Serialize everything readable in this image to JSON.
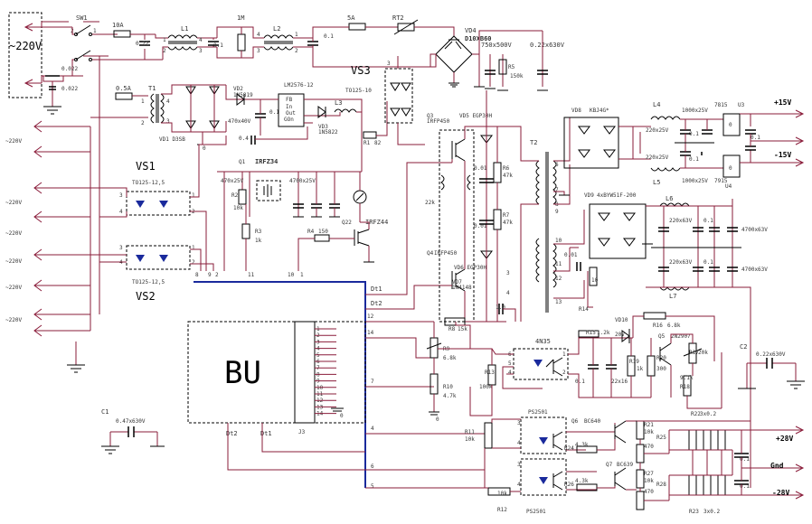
{
  "mains": {
    "input": "~220V",
    "branches": [
      "~220V",
      "~220V",
      "~220V",
      "~220V",
      "~220V",
      "~220V"
    ]
  },
  "switch": {
    "name": "SW1",
    "pin_a": "2",
    "pin_b": "1"
  },
  "fuses": {
    "main": "10A",
    "aux": "0.5A",
    "out": "5A"
  },
  "filter": {
    "c1": "0.22",
    "c2": "0.1",
    "c3": "0.1",
    "c4": "0.022",
    "c5": "0.022",
    "l1": "L1",
    "l2": "L2",
    "r1m": "1M"
  },
  "rt2": "RT2",
  "bridge_main": {
    "name": "VD4",
    "part": "D10XB60"
  },
  "main_caps": {
    "c_a": "750x500V",
    "c_b": "0.22x630V",
    "r": "150k",
    "r_name": "R5"
  },
  "aux_supply": {
    "t1": "T1",
    "bridge": "VD1 D3SB",
    "vd2": "VD2",
    "vd2_part": "1N5819",
    "cap": "470x40V",
    "reg": "LM2576-12",
    "reg_pins": [
      "FB",
      "In",
      "Out",
      "GOn"
    ],
    "l3": "L3",
    "vd3": "VD3",
    "vd3_part": "1N5822",
    "r1": "R1",
    "r1_val": "82",
    "c_04": "0.4",
    "c_01": "0.1"
  },
  "vs": {
    "vs1": "VS1",
    "vs2": "VS2",
    "vs3": "VS3",
    "vs1_part": "TO125-12,5",
    "vs2_part": "TO125-12,5",
    "vs3_part": "TO125-10"
  },
  "q1": {
    "name": "Q1",
    "part": "IRFZ34",
    "c1": "470x25V",
    "c2": "4700x25V",
    "r2": "R2",
    "r2v": "10k",
    "r3": "R3",
    "r3v": "1k"
  },
  "q2": {
    "name": "Q22",
    "part": "IRFZ44",
    "r4": "R4",
    "r4v": "150"
  },
  "q3": {
    "name": "Q3",
    "part": "IRFP450",
    "vd5": "VD5 EGP30H",
    "r6": "R6",
    "r6v": "47k",
    "c": "0.01"
  },
  "q4": {
    "name": "Q4",
    "part": "IRFP450",
    "vd6": "VD6 EGP30H",
    "vd7": "VD7",
    "vd7_part": "1N4148",
    "r7": "R7",
    "r7v": "47k",
    "c": "0.01",
    "c_1": "1.0"
  },
  "t2": "T2",
  "t2_pins": [
    "6",
    "7",
    "8",
    "9",
    "10",
    "11",
    "12",
    "13"
  ],
  "out_15": {
    "vd8": "VD8",
    "bridge": "KBJ4G*",
    "l4": "L4",
    "l5": "L5",
    "c1": "1000x25V",
    "c2": "1000x25V",
    "c3": "220x25V",
    "c4": "220x25V",
    "u3": "7815",
    "u4": "7915",
    "u3n": "U3",
    "u4n": "U4",
    "plus": "+15V",
    "minus": "-15V",
    "c_small": "0.1"
  },
  "out_28": {
    "vd9": "VD9",
    "bridge": "4xBYW51F-200",
    "l6": "L6",
    "l7": "L7",
    "c1": "220x63V",
    "c2": "220x63V",
    "c3": "4700x63V",
    "c4": "4700x63V",
    "c_small": "0.1",
    "c_01": "0.01",
    "r14": "R14",
    "r14v": "10"
  },
  "bu": {
    "label": "BU",
    "j3": "J3",
    "pins": [
      "1",
      "2",
      "3",
      "4",
      "5",
      "6",
      "7",
      "8",
      "9",
      "10",
      "11",
      "12",
      "13",
      "14"
    ],
    "dt1": "Dt1",
    "dt2": "Dt2"
  },
  "bus_nets": {
    "n8": "8",
    "n9": "9",
    "n2": "2",
    "n11": "11",
    "n10": "10",
    "n1": "1",
    "n12": "12",
    "n14": "14",
    "n7": "7",
    "n4": "4",
    "n6": "6",
    "n5": "5"
  },
  "feedback": {
    "r8": "R8",
    "r8v": "15k",
    "r9": "R9",
    "r9v": "6.8k",
    "r10": "R10",
    "r10v": "4.7k",
    "r13": "R13",
    "r13v": "100k",
    "opto": "4N35",
    "r15": "R15",
    "r15v": "1.2k",
    "vd10": "VD10",
    "vd10v": "20V",
    "r16": "R16",
    "r16v": "6.8k",
    "q5": "Q5",
    "q5p": "2N2907",
    "r17": "R17",
    "r17v": "20k",
    "r18": "R18",
    "r18v": "9.1k",
    "r19": "R19",
    "r19v": "1k",
    "r20": "R20",
    "r20v": "300",
    "c_a": "0.1",
    "c_b": "22x16"
  },
  "c2_cap": {
    "name": "C2",
    "val": "0.22x630V"
  },
  "c1_cap": {
    "name": "C1",
    "val": "0.47x630V"
  },
  "rail28": {
    "ps1": "PS2501",
    "ps2": "PS2501",
    "q6": "Q6",
    "q6p": "BC640",
    "q7": "Q7",
    "q7p": "BC639",
    "r11": "R11",
    "r11v": "10k",
    "r12": "R12",
    "r12v": "10k",
    "r21": "R21",
    "r21v": "10k",
    "r24": "R24",
    "r24v": "4.3k",
    "r25": "R25",
    "r25v": "470",
    "r26": "R26",
    "r26v": "4.3k",
    "r27": "R27",
    "r27v": "10k",
    "r28": "R28",
    "r28v": "470",
    "r22": "R22",
    "r22v": "3x0.2",
    "r23": "R23",
    "r23v": "3x0.2",
    "c": "0.1",
    "plus": "+28V",
    "gnd": "Gnd",
    "minus": "-28V"
  }
}
